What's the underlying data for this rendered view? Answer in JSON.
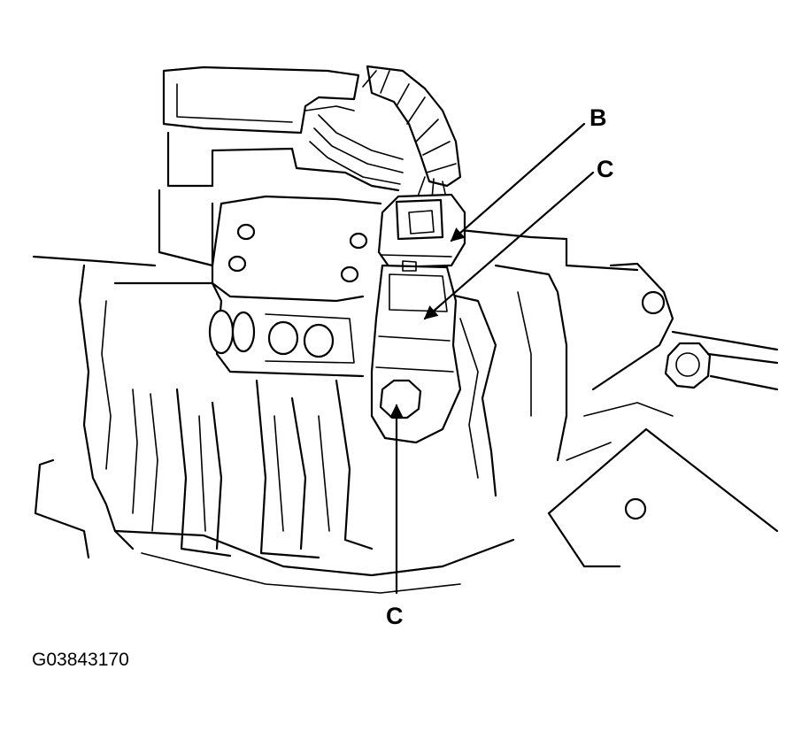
{
  "callouts": [
    {
      "id": "B",
      "label": "B"
    },
    {
      "id": "C_upper",
      "label": "C"
    },
    {
      "id": "C_lower",
      "label": "C"
    }
  ],
  "figure_code": "G03843170"
}
